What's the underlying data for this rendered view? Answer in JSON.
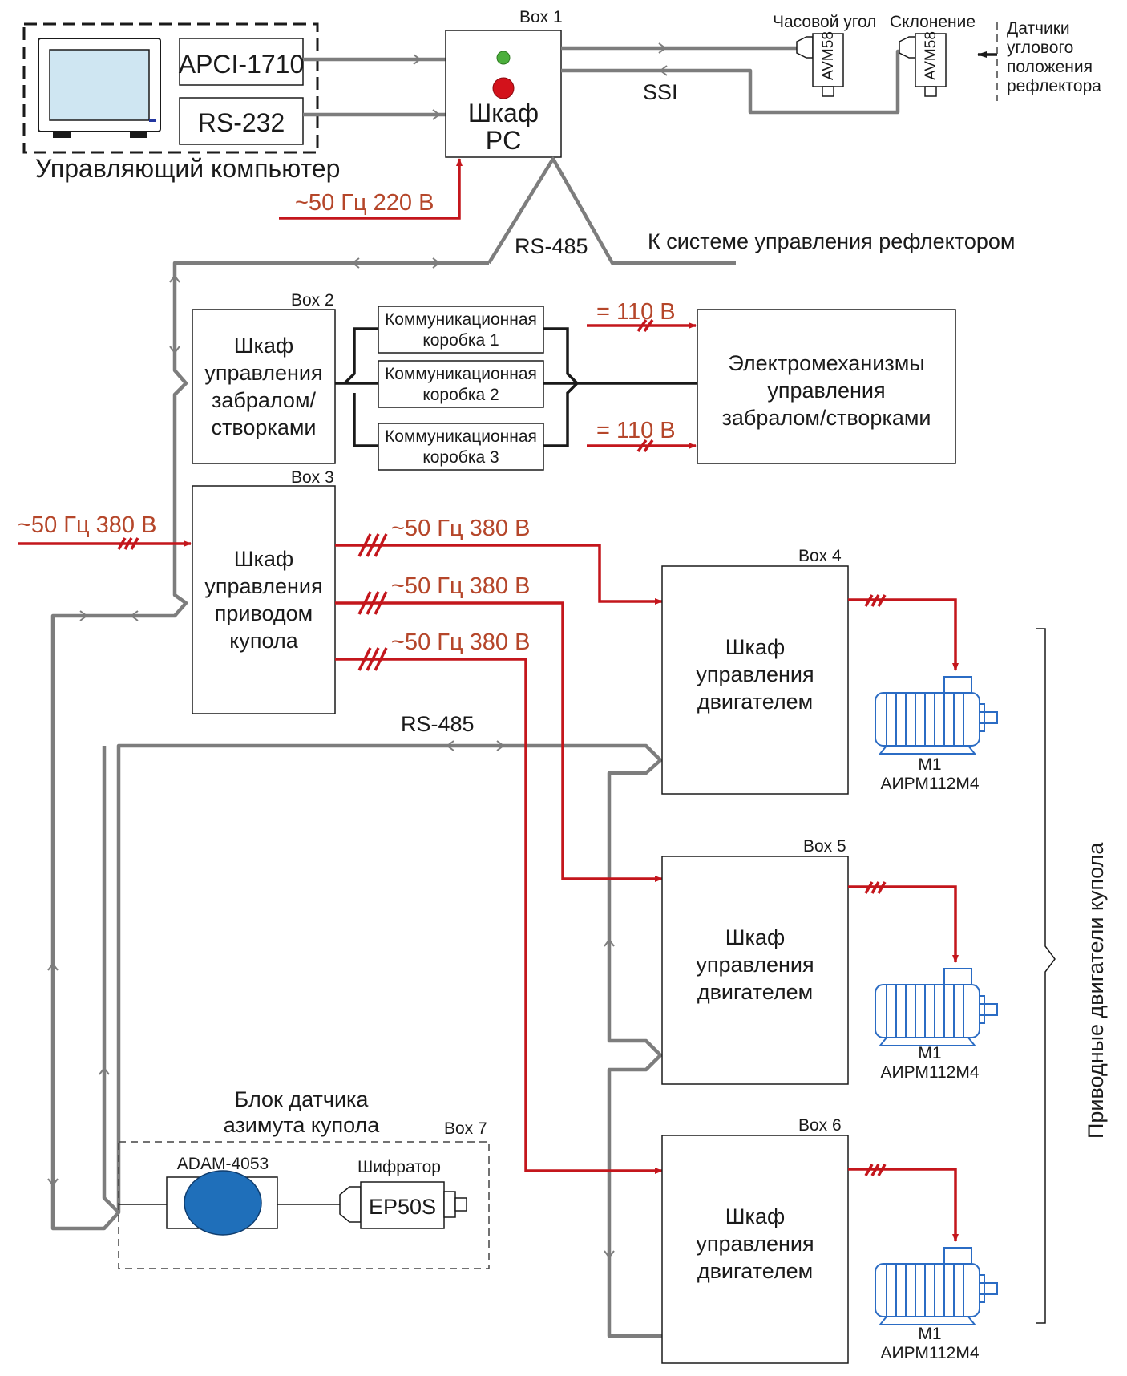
{
  "computer": {
    "label": "Управляющий компьютер",
    "ports": [
      "APCI-1710",
      "RS-232"
    ]
  },
  "box1": {
    "tag": "Box 1",
    "title_line1": "Шкаф",
    "title_line2": "PC",
    "power": "~50 Гц 220 В"
  },
  "encoders": {
    "hour_angle": "Часовой угол",
    "declination": "Склонение",
    "model": "AVM58",
    "sensor_note": [
      "Датчики",
      "углового",
      "положения",
      "рефлектора"
    ],
    "bus": "SSI"
  },
  "rs485_top": "RS-485",
  "reflector_link": "К системе управления рефлектором",
  "box2": {
    "tag": "Box 2",
    "lines": [
      "Шкаф",
      "управления",
      "забралом/",
      "створками"
    ]
  },
  "comm_boxes": [
    [
      "Коммуникационная",
      "коробка 1"
    ],
    [
      "Коммуникационная",
      "коробка 2"
    ],
    [
      "Коммуникационная",
      "коробка 3"
    ]
  ],
  "dc_power": "= 110 В",
  "electromech": [
    "Электромеханизмы",
    "управления",
    "забралом/створками"
  ],
  "box3": {
    "tag": "Box 3",
    "lines": [
      "Шкаф",
      "управления",
      "приводом",
      "купола"
    ],
    "input_power": "~50 Гц 380 В",
    "output_power": "~50 Гц 380 В"
  },
  "rs485_mid": "RS-485",
  "motor_boxes": [
    {
      "tag": "Box 4",
      "lines": [
        "Шкаф",
        "управления",
        "двигателем"
      ]
    },
    {
      "tag": "Box 5",
      "lines": [
        "Шкаф",
        "управления",
        "двигателем"
      ]
    },
    {
      "tag": "Box 6",
      "lines": [
        "Шкаф",
        "управления",
        "двигателем"
      ]
    }
  ],
  "motor_label": {
    "id": "M1",
    "model": "АИРМ112М4"
  },
  "drives_label": "Приводные двигатели купола",
  "box7": {
    "title_line1": "Блок датчика",
    "title_line2": "азимута купола",
    "tag": "Box 7",
    "adam": "ADAM-4053",
    "encoder_caption": "Шифратор",
    "encoder": "EP50S"
  },
  "colors": {
    "signal_line": "#7d7d7d",
    "power_line": "#c4161c",
    "power_text": "#b5462a",
    "motor": "#2b6cc4",
    "adam_disk": "#1f6fba",
    "led_green": "#4caf3c",
    "led_red": "#d3121b"
  }
}
